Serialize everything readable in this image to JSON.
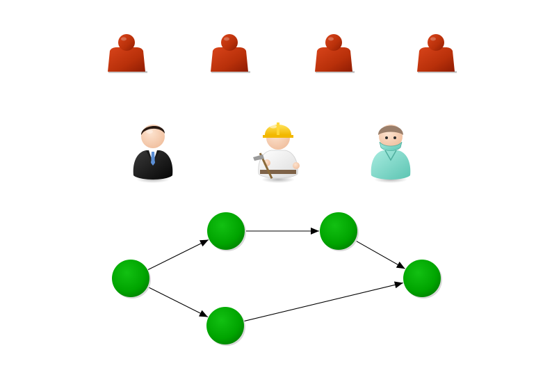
{
  "colors": {
    "resource": "#c0300a",
    "resource_dark": "#8e1c03",
    "node": "#00a000",
    "node_dark": "#007a00",
    "edge": "#000000",
    "background": "#ffffff"
  },
  "resources": [
    {
      "icon": "resource-person-icon"
    },
    {
      "icon": "resource-person-icon"
    },
    {
      "icon": "resource-person-icon"
    },
    {
      "icon": "resource-person-icon"
    }
  ],
  "agents": [
    {
      "role": "businessman",
      "icon": "businessman-icon"
    },
    {
      "role": "construction-worker",
      "icon": "construction-worker-icon"
    },
    {
      "role": "surgeon",
      "icon": "surgeon-icon"
    }
  ],
  "graph": {
    "nodes": [
      {
        "id": "n1"
      },
      {
        "id": "n2"
      },
      {
        "id": "n3"
      },
      {
        "id": "n4"
      },
      {
        "id": "n5"
      }
    ],
    "edges": [
      {
        "from": "n1",
        "to": "n2"
      },
      {
        "from": "n1",
        "to": "n4"
      },
      {
        "from": "n2",
        "to": "n3"
      },
      {
        "from": "n3",
        "to": "n5"
      },
      {
        "from": "n4",
        "to": "n5"
      }
    ]
  }
}
